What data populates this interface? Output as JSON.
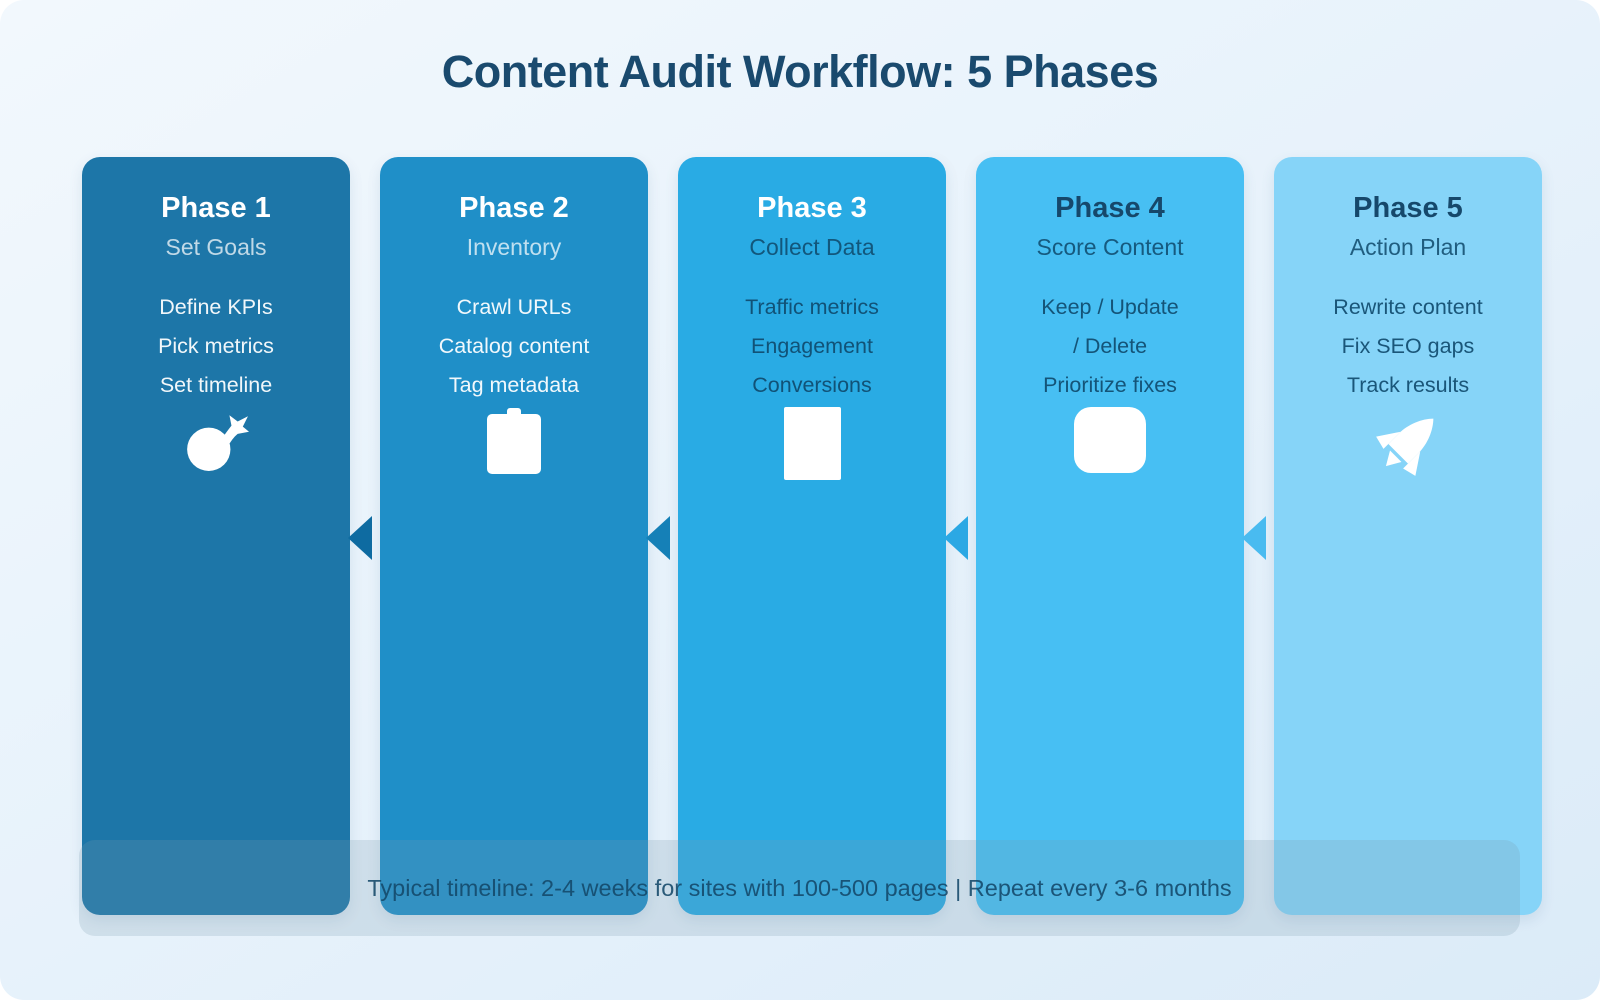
{
  "page": {
    "title": "Content Audit Workflow: 5 Phases",
    "title_color": "#1a4a6e",
    "background_start": "#f2f8fd",
    "background_mid": "#e7f2fb",
    "background_end": "#dbebf8"
  },
  "phases": [
    {
      "label": "Phase 1",
      "subtitle": "Set Goals",
      "items": [
        "Define KPIs",
        "Pick metrics",
        "Set timeline"
      ],
      "icon": "target-dart-icon",
      "bg": "#1d76a8",
      "text_scheme": "light"
    },
    {
      "label": "Phase 2",
      "subtitle": "Inventory",
      "items": [
        "Crawl URLs",
        "Catalog content",
        "Tag metadata"
      ],
      "icon": "clipboard-icon",
      "bg": "#1f8fc8",
      "text_scheme": "light"
    },
    {
      "label": "Phase 3",
      "subtitle": "Collect Data",
      "items": [
        "Traffic metrics",
        "Engagement",
        "Conversions"
      ],
      "icon": "bar-chart-icon",
      "bg": "#29abe4",
      "text_scheme": "mixed"
    },
    {
      "label": "Phase 4",
      "subtitle": "Score Content",
      "items": [
        "Keep / Update",
        "/ Delete",
        "Prioritize fixes"
      ],
      "icon": "check-square-icon",
      "bg": "#47bff3",
      "text_scheme": "dark"
    },
    {
      "label": "Phase 5",
      "subtitle": "Action Plan",
      "items": [
        "Rewrite content",
        "Fix SEO gaps",
        "Track results"
      ],
      "icon": "rocket-icon",
      "bg": "#86d4f8",
      "text_scheme": "dark"
    }
  ],
  "arrows": [
    {
      "color": "#0e6ba1"
    },
    {
      "color": "#1580b7"
    },
    {
      "color": "#2ba8e4"
    },
    {
      "color": "#49bbf0"
    }
  ],
  "footer": {
    "text": "Typical timeline: 2-4 weeks for sites with 100-500 pages | Repeat every 3-6 months",
    "band_color": "rgba(125,155,175,0.22)",
    "text_color": "rgba(19,72,105,0.88)"
  }
}
